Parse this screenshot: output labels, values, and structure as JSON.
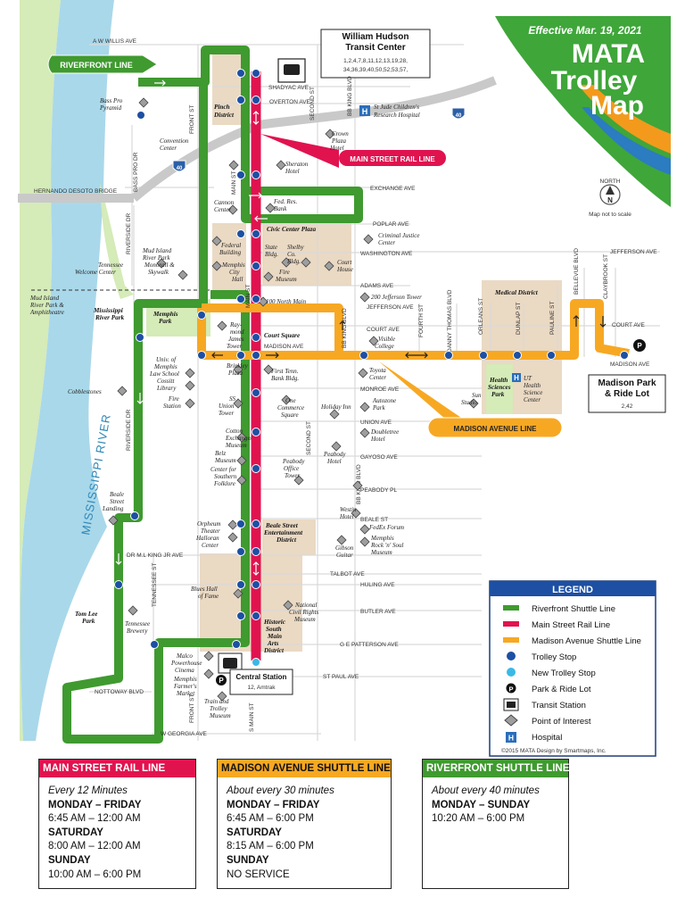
{
  "header": {
    "effective": "Effective Mar. 19, 2021",
    "title_line1": "MATA",
    "title_line2": "Trolley",
    "title_line3": "Map",
    "north": "NORTH",
    "north_letter": "N",
    "scale_note": "Map not to scale"
  },
  "colors": {
    "riverfront": "#3f9a2f",
    "main_street": "#e0134f",
    "madison": "#f7a823",
    "river": "#a9d8ea",
    "park": "#d5ebb8",
    "district": "#ead9c3",
    "hospital": "#2a6ebb",
    "stop": "#1d4fa3",
    "new_stop": "#3bb9e6",
    "brand_green": "#3fa63a",
    "brand_orange": "#f39a1d",
    "brand_blue": "#2b7cc0"
  },
  "transit_center": {
    "name_line1": "William Hudson",
    "name_line2": "Transit Center",
    "routes_line1": "1,2,4,7,8,11,12,13,19,28,",
    "routes_line2": "34,36,39,40,50,52,53,57,"
  },
  "route_callouts": {
    "riverfront": "RIVERFRONT LINE",
    "main_street": "MAIN STREET RAIL LINE",
    "madison": "MADISON AVENUE LINE"
  },
  "madison_park": {
    "line1": "Madison Park",
    "line2": "& Ride Lot",
    "routes": "2,42"
  },
  "central_station": {
    "name": "Central Station",
    "routes": "12, Amtrak"
  },
  "river_label": "MISSISSIPPI RIVER",
  "streets": {
    "willis": "A W WILLIS AVE",
    "shadyac": "SHADYAC AVE",
    "overton": "OVERTON AVE",
    "hernando": "HERNANDO DESOTO BRIDGE",
    "exchange": "EXCHANGE AVE",
    "poplar": "POPLAR AVE",
    "washington": "WASHINGTON AVE",
    "jefferson": "JEFFERSON AVE",
    "jefferson_e": "JEFFERSON AVE",
    "adams": "ADAMS AVE",
    "court": "COURT AVE",
    "court_e": "COURT AVE",
    "madison": "MADISON AVE",
    "madison_e": "MADISON AVE",
    "monroe": "MONROE AVE",
    "union": "UNION AVE",
    "gayoso": "GAYOSO AVE",
    "peabody": "PEABODY PL",
    "beale": "BEALE ST",
    "mlk": "DR M.L KING JR AVE",
    "talbot": "TALBOT AVE",
    "huling": "HULING AVE",
    "butler": "BUTLER AVE",
    "patterson": "G E PATTERSON AVE",
    "stpaul": "ST PAUL AVE",
    "nottoway": "NOTTOWAY BLVD",
    "georgia": "W GEORGIA AVE",
    "front_n": "FRONT ST",
    "front_s": "FRONT ST",
    "main_n": "MAIN ST",
    "main_m": "MAIN ST",
    "main_s": "S MAIN ST",
    "second_n": "SECOND ST",
    "second_s": "SECOND ST",
    "bbking_n": "BB KING BLVD",
    "bbking_m": "BB KING BLVD",
    "bbking_s": "BB KING BLVD",
    "basspro": "BASS PRO DR",
    "riverside_n": "RIVERSIDE DR",
    "riverside_s": "RIVERSIDE DR",
    "tennessee": "TENNESSEE ST",
    "fourth": "FOURTH ST",
    "danny": "DANNY THOMAS BLVD",
    "orleans": "ORLEANS ST",
    "dunlap": "DUNLAP ST",
    "pauline": "PAULINE ST",
    "bellevue": "BELLEVUE BLVD",
    "claybrook": "CLAYBROOK ST",
    "i40_a": "40",
    "i40_b": "40"
  },
  "pois": {
    "bass_pro_1": "Bass Pro",
    "bass_pro_2": "Pyramid",
    "pinch_1": "Pinch",
    "pinch_2": "District",
    "stjude_1": "St Jude Children's",
    "stjude_2": "Research Hospital",
    "crown_1": "Crown",
    "crown_2": "Plaza",
    "crown_3": "Hotel",
    "convention_1": "Convention",
    "convention_2": "Center",
    "sheraton_1": "Sheraton",
    "sheraton_2": "Hotel",
    "cannon_1": "Cannon",
    "cannon_2": "Center",
    "fedres_1": "Fed. Res.",
    "fedres_2": "Bank",
    "civic": "Civic Center Plaza",
    "criminal_1": "Criminal Justice",
    "criminal_2": "Center",
    "mudisland_1": "Mud Island",
    "mudisland_2": "River Park",
    "mudisland_3": "Monorail &",
    "mudisland_4": "Skywalk",
    "tnwelcome_1": "Tennessee",
    "tnwelcome_2": "Welcome Center",
    "federal_1": "Federal",
    "federal_2": "Building",
    "statebldg_1": "State",
    "statebldg_2": "Bldg.",
    "shelby_1": "Shelby",
    "shelby_2": "Co.",
    "shelby_3": "Bldg.",
    "courthouse_1": "Court",
    "courthouse_2": "House",
    "cityhall_1": "Memphis",
    "cityhall_2": "City",
    "cityhall_3": "Hall",
    "firemuseum_1": "Fire",
    "firemuseum_2": "Museum",
    "mudpark_1": "Mud Island",
    "mudpark_2": "River Park &",
    "mudpark_3": "Amphitheatre",
    "msriverpark_1": "Mississippi",
    "msriverpark_2": "River Park",
    "memphispark_1": "Memphis",
    "memphispark_2": "Park",
    "northmain": "100 North Main",
    "jeffersontower": "200 Jefferson Tower",
    "raymond_1": "Ray-",
    "raymond_2": "mond",
    "raymond_3": "James",
    "raymond_4": "Tower",
    "courtsquare": "Court Square",
    "visible_1": "Visible",
    "visible_2": "College",
    "medical": "Medical District",
    "uom_1": "Univ. of",
    "uom_2": "Memphis",
    "uom_3": "Law School",
    "cossitt_1": "Cossitt",
    "cossitt_2": "Library",
    "brinkley_1": "Brinkley",
    "brinkley_2": "Plaza",
    "firstenn_1": "First Tenn.",
    "firstenn_2": "Bank Bldg.",
    "toyota_1": "Toyota",
    "toyota_2": "Center",
    "hsp_1": "Health",
    "hsp_2": "Sciences",
    "hsp_3": "Park",
    "uthsc_1": "UT",
    "uthsc_2": "Health",
    "uthsc_3": "Science",
    "uthsc_4": "Center",
    "sunstudio_1": "Sun",
    "sunstudio_2": "Studio",
    "cobblestones": "Cobblestones",
    "firestation_1": "Fire",
    "firestation_2": "Station",
    "ssunion_1": "SS",
    "ssunion_2": "Union",
    "ssunion_3": "Tower",
    "onecommerce_1": "One",
    "onecommerce_2": "Commerce",
    "onecommerce_3": "Square",
    "holidayinn": "Holiday Inn",
    "autozone_1": "Autozone",
    "autozone_2": "Park",
    "cotton_1": "Cotton",
    "cotton_2": "Exchange/",
    "cotton_3": "Museum",
    "doubletree_1": "Doubletree",
    "doubletree_2": "Hotel",
    "belz_1": "Belz",
    "belz_2": "Museum",
    "peabody_1": "Peabody",
    "peabody_2": "Hotel",
    "southfolk_1": "Center for",
    "southfolk_2": "Southern",
    "southfolk_3": "Folklore",
    "peabodytower_1": "Peabody",
    "peabodytower_2": "Office",
    "peabodytower_3": "Tower",
    "bealelanding_1": "Beale",
    "bealelanding_2": "Street",
    "bealelanding_3": "Landing",
    "westin_1": "Westin",
    "westin_2": "Hotel",
    "orpheum_1": "Orpheum",
    "orpheum_2": "Theater",
    "halloran_1": "Halloran",
    "halloran_2": "Center",
    "bealedist_1": "Beale Street",
    "bealedist_2": "Entertainment",
    "bealedist_3": "District",
    "fedex": "FedEx Forum",
    "gibson_1": "Gibson",
    "gibson_2": "Guitar",
    "rocknsoul_1": "Memphis",
    "rocknsoul_2": "Rock 'n' Soul",
    "rocknsoul_3": "Museum",
    "blues_1": "Blues Hall",
    "blues_2": "of Fame",
    "ncrm_1": "National",
    "ncrm_2": "Civil Rights",
    "ncrm_3": "Museum",
    "tomlee_1": "Tom Lee",
    "tomlee_2": "Park",
    "tnbrewery_1": "Tennessee",
    "tnbrewery_2": "Brewery",
    "smad_1": "Historic",
    "smad_2": "South",
    "smad_3": "Main",
    "smad_4": "Arts",
    "smad_5": "District",
    "malco_1": "Malco",
    "malco_2": "Powerhouse",
    "malco_3": "Cinema",
    "farmers_1": "Memphis",
    "farmers_2": "Farmer's",
    "farmers_3": "Market",
    "trainmuseum_1": "Train and",
    "trainmuseum_2": "Trolley",
    "trainmuseum_3": "Museum"
  },
  "legend": {
    "title": "LEGEND",
    "items": [
      "Riverfront Shuttle Line",
      "Main Street Rail Line",
      "Madison Avenue Shuttle Line",
      "Trolley Stop",
      "New Trolley Stop",
      "Park & Ride Lot",
      "Transit Station",
      "Point of Interest",
      "Hospital"
    ],
    "park_glyph": "P",
    "hospital_glyph": "H",
    "credit": "©2015 MATA Design by Smartmaps, Inc."
  },
  "schedules": [
    {
      "title": "MAIN STREET RAIL LINE",
      "frequency": "Every 12 Minutes",
      "rows": [
        {
          "day": "MONDAY – FRIDAY",
          "hours": "6:45 AM – 12:00 AM"
        },
        {
          "day": "SATURDAY",
          "hours": "8:00 AM – 12:00 AM"
        },
        {
          "day": "SUNDAY",
          "hours": "10:00 AM – 6:00 PM"
        }
      ]
    },
    {
      "title": "MADISON AVENUE SHUTTLE LINE",
      "frequency": "About every 30 minutes",
      "rows": [
        {
          "day": "MONDAY – FRIDAY",
          "hours": "6:45 AM – 6:00 PM"
        },
        {
          "day": "SATURDAY",
          "hours": "8:15 AM – 6:00 PM"
        },
        {
          "day": "SUNDAY",
          "hours": "NO SERVICE"
        }
      ]
    },
    {
      "title": "RIVERFRONT SHUTTLE LINE",
      "frequency": "About every 40 minutes",
      "rows": [
        {
          "day": "MONDAY – SUNDAY",
          "hours": "10:20 AM – 6:00 PM"
        }
      ]
    }
  ]
}
